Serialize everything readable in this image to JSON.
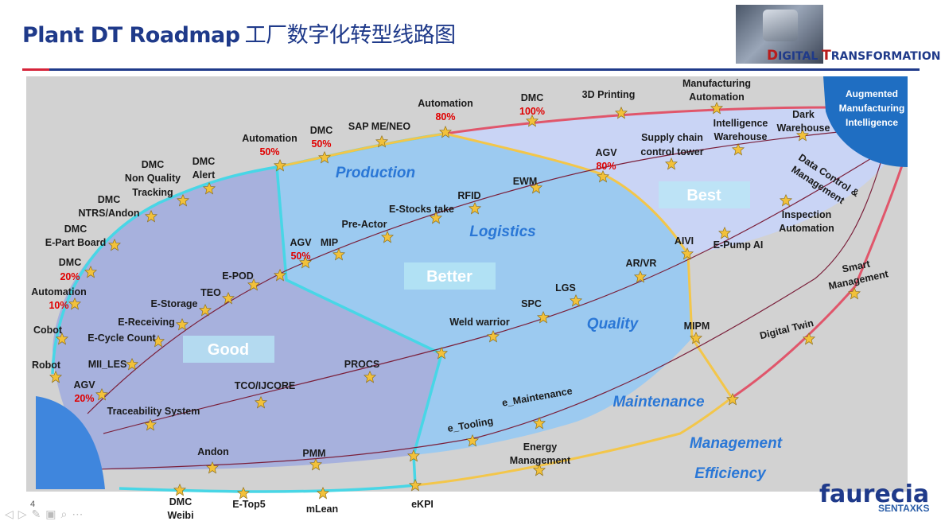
{
  "header": {
    "title_en": "Plant DT Roadmap",
    "title_cn": "工厂数字化转型线路图",
    "logo_d": "D",
    "logo_rest1": "IGITAL ",
    "logo_t": "T",
    "logo_rest2": "RANSFORMATION"
  },
  "levels": {
    "good": "Good",
    "better": "Better",
    "best": "Best"
  },
  "ami": [
    "Augmented",
    "Manufacturing",
    "Intelligence"
  ],
  "zones": {
    "production": "Production",
    "logistics": "Logistics",
    "quality": "Quality",
    "maintenance": "Maintenance",
    "management1": "Management",
    "management2": "Efficiency"
  },
  "footer": {
    "page": "4",
    "brand": "faurecia",
    "watermark": "SENTAXKS"
  },
  "items": {
    "robot": "Robot",
    "cobot": "Cobot",
    "automation10": "Automation",
    "pct10": "10%",
    "dmc20": "DMC",
    "pct20": "20%",
    "dmc_epart_1": "DMC",
    "dmc_epart_2": "E-Part Board",
    "dmc_ntrs_1": "DMC",
    "dmc_ntrs_2": "NTRS/Andon",
    "dmc_nq_1": "DMC",
    "dmc_nq_2": "Non Quality",
    "dmc_nq_3": "Tracking",
    "dmc_alert_1": "DMC",
    "dmc_alert_2": "Alert",
    "automation50": "Automation",
    "pct50a": "50%",
    "dmc50": "DMC",
    "pct50b": "50%",
    "sapme": "SAP ME/NEO",
    "automation80": "Automation",
    "pct80a": "80%",
    "dmc100": "DMC",
    "pct100": "100%",
    "printing3d": "3D Printing",
    "mfg_auto_1": "Manufacturing",
    "mfg_auto_2": "Automation",
    "dark_1": "Dark",
    "dark_2": "Warehouse",
    "intel_1": "Intelligence",
    "intel_2": "Warehouse",
    "supply_1": "Supply chain",
    "supply_2": "control tower",
    "agv80": "AGV",
    "pct80b": "80%",
    "ewm": "EWM",
    "rfid": "RFID",
    "estocks": "E-Stocks take",
    "preactor": "Pre-Actor",
    "agv50": "AGV",
    "pct50c": "50%",
    "mip": "MIP",
    "epod": "E-POD",
    "teo": "TEO",
    "estorage": "E-Storage",
    "ereceiving": "E-Receiving",
    "ecycle": "E-Cycle Count",
    "miiles": "MII_LES",
    "agv20": "AGV",
    "pct20b": "20%",
    "traceability": "Traceability System",
    "tco": "TCO/IJCORE",
    "procs": "PROCS",
    "weld": "Weld warrior",
    "spc": "SPC",
    "lgs": "LGS",
    "arvr": "AR/VR",
    "aivi": "AIVI",
    "epump": "E-Pump AI",
    "inspection_1": "Inspection",
    "inspection_2": "Automation",
    "datacontrol": "Data Control &",
    "management_lbl": "Management",
    "mipm": "MIPM",
    "digitaltwin": "Digital Twin",
    "smart_1": "Smart",
    "smart_2": "Management",
    "emaint": "e_Maintenance",
    "etooling": "e_Tooling",
    "energy_1": "Energy",
    "energy_2": "Management",
    "andon": "Andon",
    "pmm": "PMM",
    "dmcweibi_1": "DMC",
    "dmcweibi_2": "Weibi",
    "etop5": "E-Top5",
    "mlean": "mLean",
    "ekpi": "eKPI"
  }
}
